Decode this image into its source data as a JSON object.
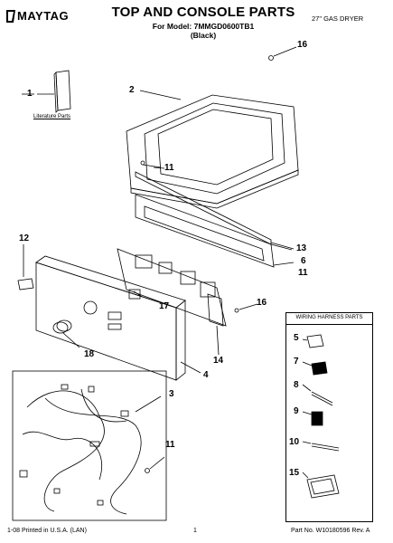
{
  "header": {
    "brand": "MAYTAG",
    "title": "TOP AND CONSOLE PARTS",
    "model_line": "For Model: 7MMGD0600TB1",
    "color_line": "(Black)",
    "product": "27\" GAS DRYER"
  },
  "literature_label": "Literature Parts",
  "callouts": [
    "1",
    "2",
    "3",
    "4",
    "5",
    "6",
    "7",
    "8",
    "9",
    "10",
    "11",
    "11",
    "11",
    "12",
    "13",
    "14",
    "15",
    "16",
    "16",
    "17",
    "18"
  ],
  "wiring_harness": {
    "title": "WIRING HARNESS PARTS",
    "items": [
      "5",
      "7",
      "8",
      "9",
      "10",
      "15"
    ]
  },
  "footer": {
    "left": "1-08 Printed in U.S.A. (LAN)",
    "center": "1",
    "right": "Part No. W10180596 Rev. A"
  }
}
